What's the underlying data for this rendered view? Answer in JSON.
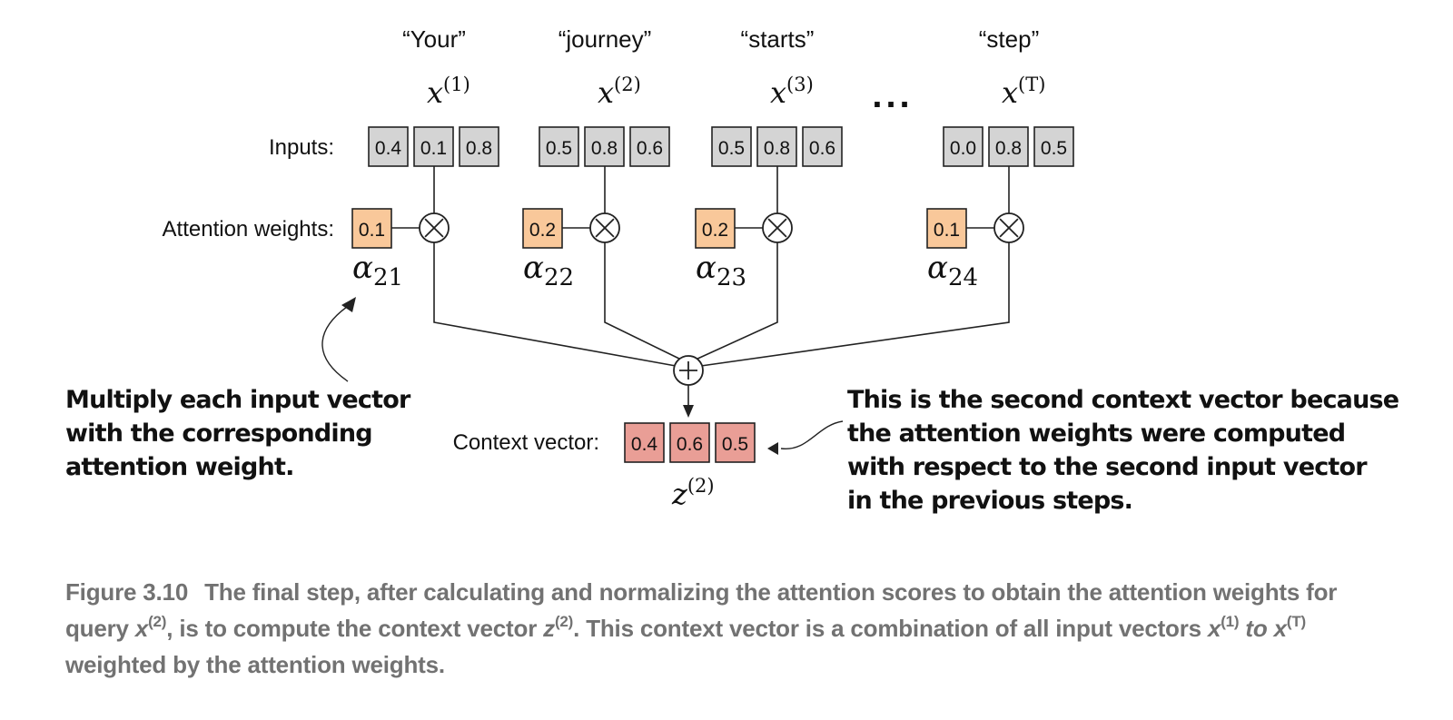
{
  "colors": {
    "input_fill": "#d4d4d4",
    "weight_fill": "#f9c89a",
    "context_fill": "#e99e96",
    "stroke": "#222222",
    "caption": "#727272"
  },
  "labels": {
    "inputs": "Inputs:",
    "weights": "Attention weights:",
    "context": "Context vector:",
    "ellipsis": "..."
  },
  "tokens": [
    {
      "word": "“Your”",
      "x_sup": "(1)",
      "values": [
        "0.4",
        "0.1",
        "0.8"
      ],
      "weight": "0.1",
      "alpha_sub": "21"
    },
    {
      "word": "“journey”",
      "x_sup": "(2)",
      "values": [
        "0.5",
        "0.8",
        "0.6"
      ],
      "weight": "0.2",
      "alpha_sub": "22"
    },
    {
      "word": "“starts”",
      "x_sup": "(3)",
      "values": [
        "0.5",
        "0.8",
        "0.6"
      ],
      "weight": "0.2",
      "alpha_sub": "23"
    },
    {
      "word": "“step”",
      "x_sup": "(T)",
      "values": [
        "0.0",
        "0.8",
        "0.5"
      ],
      "weight": "0.1",
      "alpha_sub": "24"
    }
  ],
  "context_vector": {
    "values": [
      "0.4",
      "0.6",
      "0.5"
    ],
    "sup": "(2)"
  },
  "symbols": {
    "x": "x",
    "z": "z",
    "alpha": "α"
  },
  "callouts": {
    "left": [
      "Multiply each input vector",
      "with the corresponding",
      "attention weight."
    ],
    "right": [
      "This is the second context vector because",
      "the attention weights were computed",
      "with respect to the second input vector",
      "in the previous steps."
    ]
  },
  "caption": {
    "number": "Figure 3.10",
    "text1": "The final step, after calculating and normalizing the attention scores to obtain the attention weights for query ",
    "x": "x",
    "sup2": "(2)",
    "text2": ", is to compute the context vector ",
    "z": "z",
    "text3": ". This context vector is a combination of all input vectors ",
    "sup1": "(1)",
    "to": " to ",
    "supT": "(T)",
    "text4": " weighted by the attention weights."
  }
}
